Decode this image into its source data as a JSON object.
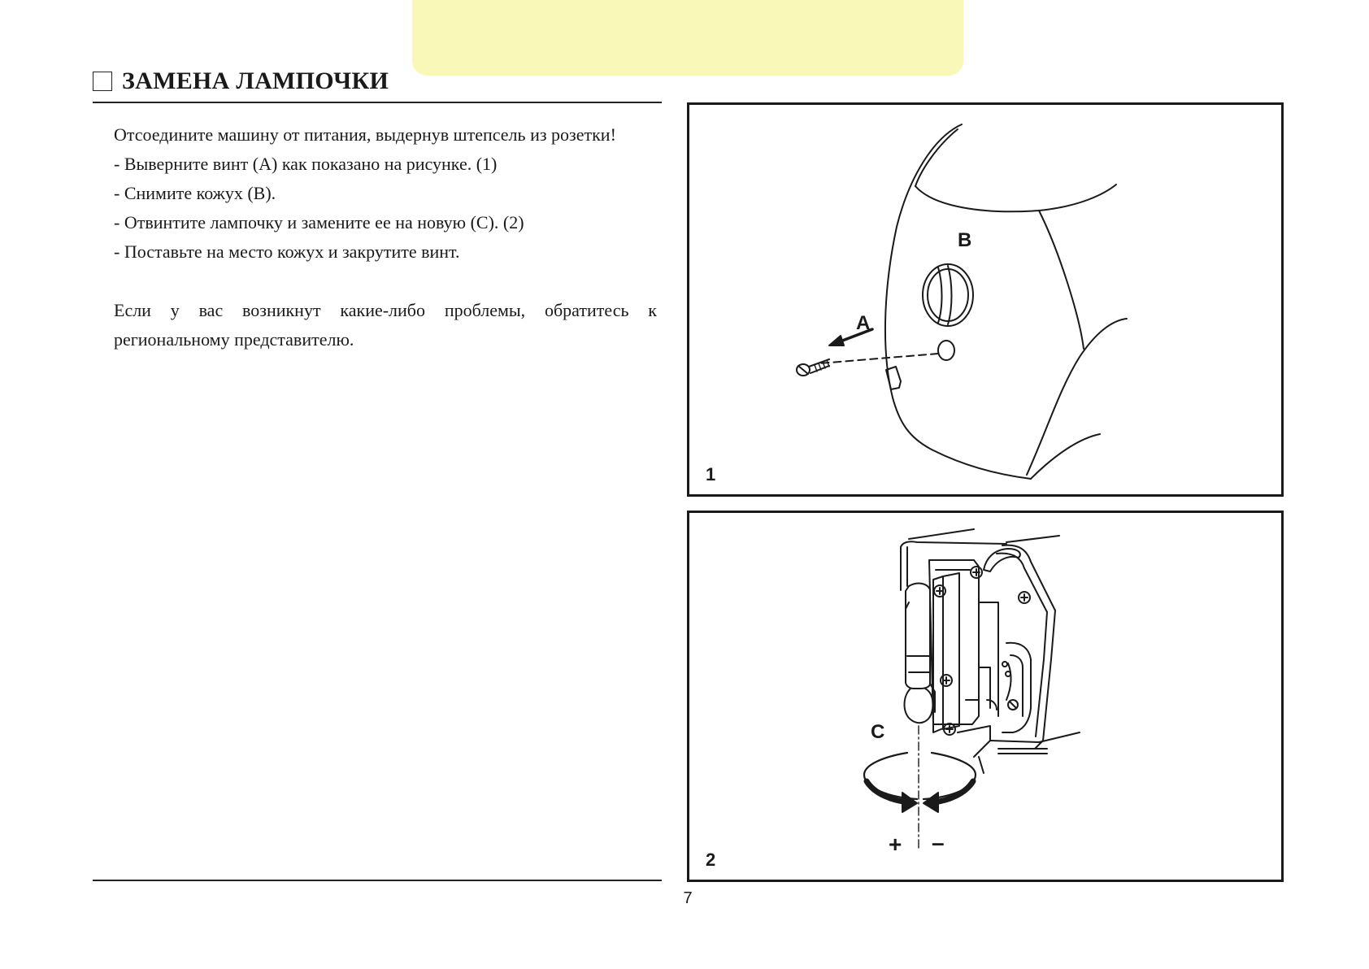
{
  "section": {
    "title": "ЗАМЕНА ЛАМПОЧКИ"
  },
  "instructions": {
    "warning": "Отсоедините машину от питания, выдернув штепсель из розетки!",
    "steps": [
      "- Выверните винт (A) как показано на рисунке. (1)",
      "- Снимите кожух (B).",
      "- Отвинтите лампочку и замените ее на новую (C). (2)",
      "- Поставьте на место кожух и закрутите винт."
    ],
    "note": "Если у вас возникнут какие-либо проблемы, обратитесь к региональному представителю."
  },
  "figure1": {
    "number": "1",
    "label_a": "A",
    "label_b": "B"
  },
  "figure2": {
    "number": "2",
    "label_c": "C",
    "plus": "+",
    "minus": "–"
  },
  "page": {
    "number": "7"
  }
}
